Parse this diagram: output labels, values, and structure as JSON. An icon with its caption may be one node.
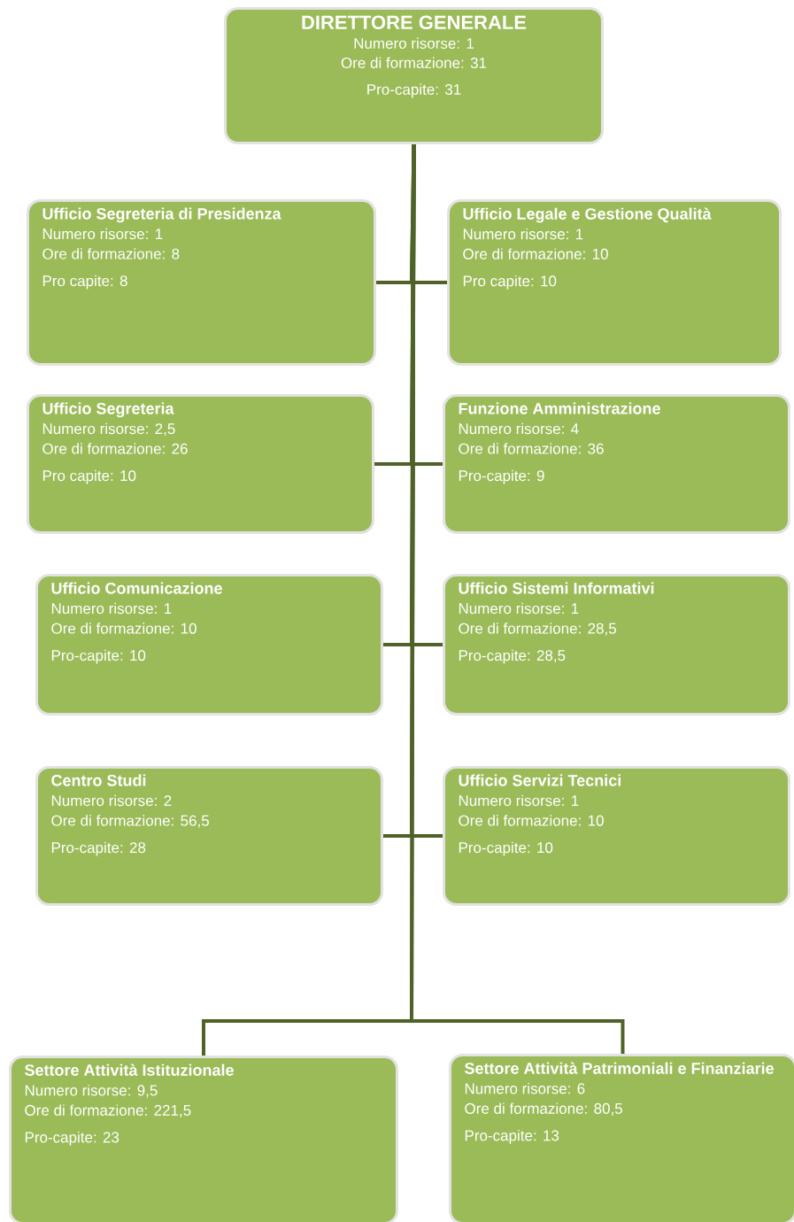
{
  "diagram": {
    "nodes": [
      {
        "text": [
          "DIRETTORE GENERALE",
          "Numero risorse: 1",
          "Ore di formazione: 31",
          "Pro-capite: 31"
        ]
      },
      {
        "text": [
          "Ufficio Segreteria di Presidenza",
          "Numero risorse: 1",
          "Ore di formazione: 8",
          "Pro capite: 8"
        ]
      },
      {
        "text": [
          "Ufficio Legale e Gestione Qualità",
          "Numero risorse: 1",
          "Ore di formazione: 10",
          "Pro capite: 10"
        ]
      },
      {
        "text": [
          "Ufficio Segreteria",
          "Numero risorse: 2,5",
          "Ore di formazione: 26",
          "Pro capite: 10"
        ]
      },
      {
        "text": [
          "Funzione Amministrazione",
          "Numero risorse: 4",
          "Ore di formazione: 36",
          "Pro-capite: 9"
        ]
      },
      {
        "text": [
          "Ufficio Comunicazione",
          "Numero risorse: 1",
          "Ore di formazione: 10",
          "Pro-capite: 10"
        ]
      },
      {
        "text": [
          "Ufficio Sistemi Informativi",
          "Numero risorse: 1",
          "Ore di formazione: 28,5",
          "Pro-capite: 28,5"
        ]
      },
      {
        "text": [
          "Centro Studi",
          "Numero risorse: 2",
          "Ore di formazione: 56,5",
          "Pro-capite: 28"
        ]
      },
      {
        "text": [
          "Ufficio Servizi Tecnici",
          "Numero risorse: 1",
          "Ore di formazione: 10",
          "Pro-capite: 10"
        ]
      },
      {
        "text": [
          "Settore Attività Istituzionale",
          "Numero risorse: 9,5",
          "Ore di formazione: 221,5",
          "Pro-capite: 23"
        ]
      },
      {
        "text": [
          "Settore Attività Patrimoniali e Finanziarie",
          "Numero risorse: 6",
          "Ore di formazione: 80,5",
          "Pro-capite: 13"
        ]
      }
    ],
    "edges": [
      {
        "from": 0,
        "to": 1,
        "arrow": "none"
      },
      {
        "from": 0,
        "to": 2,
        "arrow": "none"
      },
      {
        "from": 0,
        "to": 3,
        "arrow": "none"
      },
      {
        "from": 0,
        "to": 4,
        "arrow": "none"
      },
      {
        "from": 0,
        "to": 5,
        "arrow": "none"
      },
      {
        "from": 0,
        "to": 6,
        "arrow": "none"
      },
      {
        "from": 0,
        "to": 7,
        "arrow": "none"
      },
      {
        "from": 0,
        "to": 8,
        "arrow": "none"
      },
      {
        "from": 0,
        "to": 9,
        "arrow": "none"
      },
      {
        "from": 0,
        "to": 10,
        "arrow": "none"
      }
    ]
  }
}
